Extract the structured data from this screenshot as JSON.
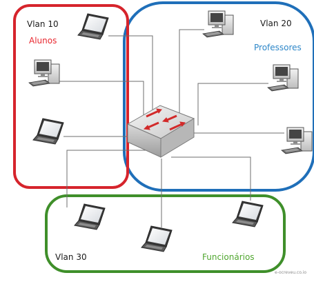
{
  "groups": {
    "vlan10": {
      "vlan_label": "Vlan 10",
      "group_label": "Alunos",
      "color": "#d6242c"
    },
    "vlan20": {
      "vlan_label": "Vlan 20",
      "group_label": "Professores",
      "color": "#1f6fb9"
    },
    "vlan30": {
      "vlan_label": "Vlan 30",
      "group_label": "Funcionários",
      "color": "#3f8f2a"
    }
  },
  "watermark": "e-ocreveu.co.io",
  "icons": {
    "switch": "network-switch-icon",
    "laptop": "laptop-icon",
    "desktop": "desktop-computer-icon"
  }
}
